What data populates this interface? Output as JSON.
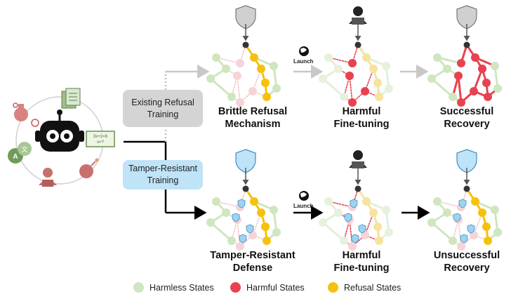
{
  "trainings": {
    "existing": "Existing Refusal Training",
    "tamper": "Tamper-Resistant Training"
  },
  "stages": {
    "brittle": [
      "Brittle Refusal",
      "Mechanism"
    ],
    "harmful_top": [
      "Harmful",
      "Fine-tuning"
    ],
    "success": [
      "Successful",
      "Recovery"
    ],
    "defense": [
      "Tamper-Resistant",
      "Defense"
    ],
    "harmful_bottom": [
      "Harmful",
      "Fine-tuning"
    ],
    "unsuccess": [
      "Unsuccessful",
      "Recovery"
    ]
  },
  "launch_label": "Launch",
  "chalkboard": [
    "3x+2=6",
    "x=?"
  ],
  "legend": [
    {
      "label": "Harmless States",
      "color": "#cfe6bf"
    },
    {
      "label": "Harmful States",
      "color": "#e8424f"
    },
    {
      "label": "Refusal States",
      "color": "#f4c20d"
    }
  ],
  "colors": {
    "harmless": "#cfe6bf",
    "harmful": "#e8424f",
    "refusal": "#f4c20d",
    "existing_box": "#d4d4d4",
    "tamper_box": "#bfe3f7"
  }
}
